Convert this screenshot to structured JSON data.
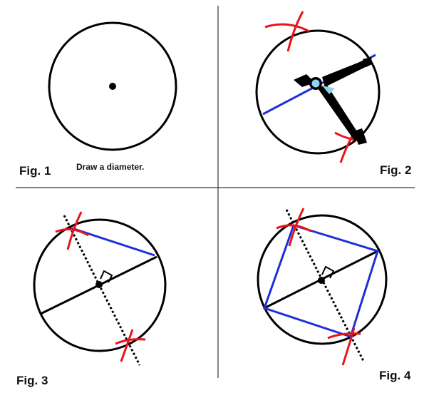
{
  "figures": {
    "fig1": {
      "label": "Fig. 1",
      "caption": "Draw a diameter."
    },
    "fig2": {
      "label": "Fig. 2"
    },
    "fig3": {
      "label": "Fig. 3"
    },
    "fig4": {
      "label": "Fig. 4"
    }
  },
  "colors": {
    "circle": "#000000",
    "arc_mark": "#e8141b",
    "chord": "#1f2fd6",
    "compass": "#000000",
    "compass_hinge": "#8fd3f0",
    "divider": "#333333"
  },
  "icons": {
    "compass": "compass-icon",
    "right_angle": "right-angle-marker-icon"
  }
}
